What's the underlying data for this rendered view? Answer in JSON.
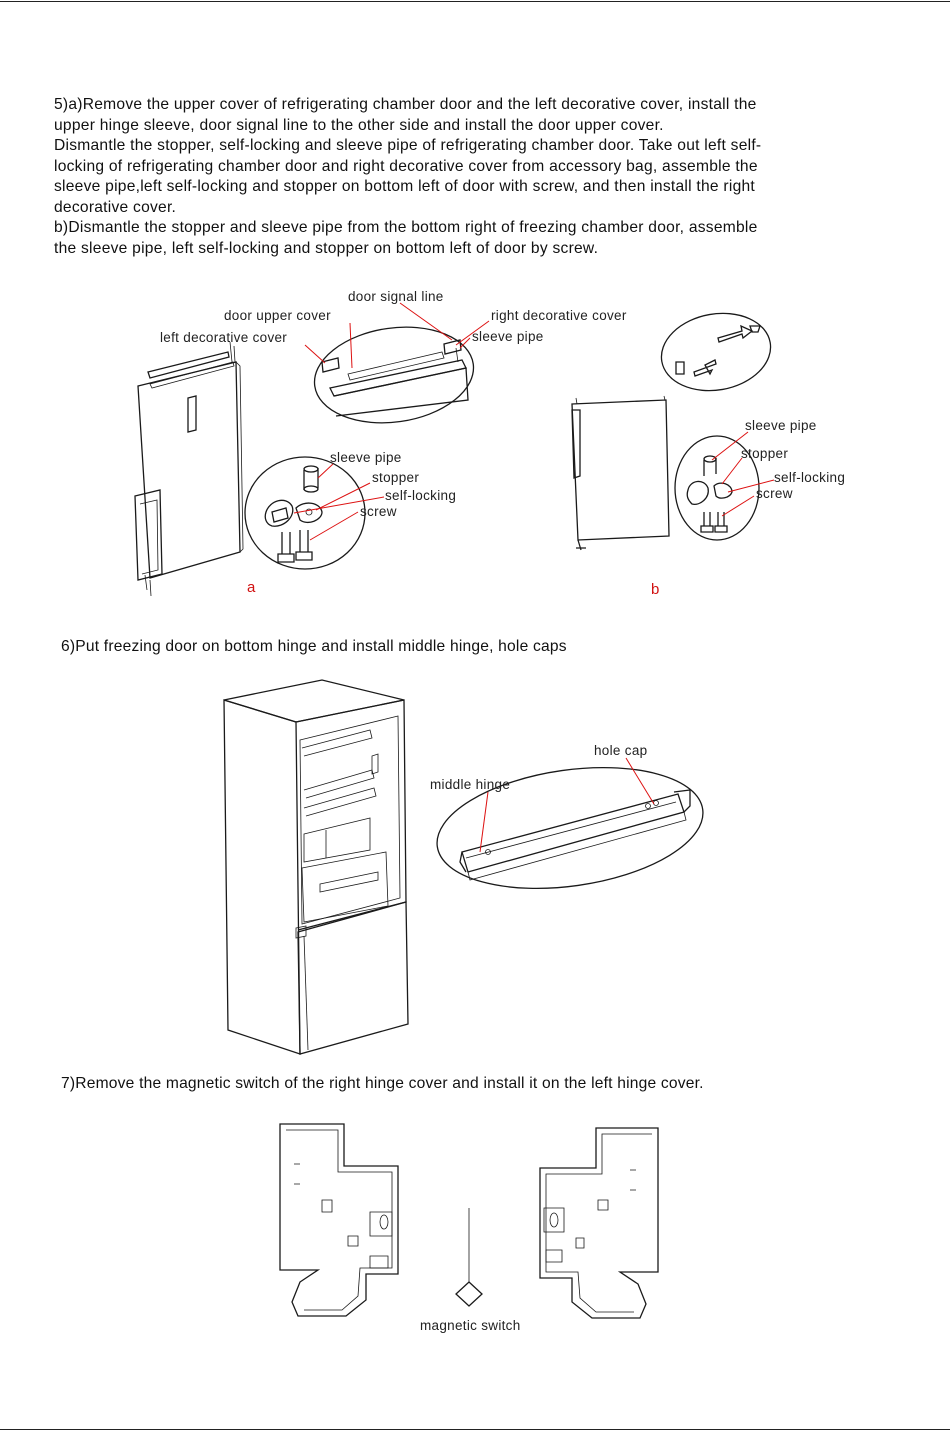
{
  "step5": {
    "lines": [
      "5)a)Remove the upper cover of refrigerating chamber door and the left decorative cover, install the",
      "upper hinge sleeve, door signal line to the other side and install the door upper cover.",
      "Dismantle the stopper, self-locking and sleeve pipe of refrigerating chamber door. Take out left self-",
      "locking of refrigerating chamber door and right decorative cover from accessory bag, assemble the",
      "sleeve pipe,left self-locking and stopper on bottom left of door with screw, and then install the right",
      "decorative cover.",
      "b)Dismantle the stopper and sleeve pipe from the bottom right of freezing chamber door, assemble",
      "the sleeve pipe, left self-locking and stopper on bottom left of door by screw."
    ]
  },
  "figure_a": {
    "labels": {
      "door_signal_line": "door signal line",
      "door_upper_cover": "door upper cover",
      "right_decorative_cover": "right decorative cover",
      "left_decorative_cover": "left decorative cover",
      "sleeve_pipe_top": "sleeve pipe",
      "sleeve_pipe": "sleeve pipe",
      "stopper": "stopper",
      "self_locking": "self-locking",
      "screw": "screw"
    },
    "caption": "a"
  },
  "figure_b": {
    "labels": {
      "sleeve_pipe": "sleeve pipe",
      "stopper": "stopper",
      "self_locking": "self-locking",
      "screw": "screw"
    },
    "caption": "b"
  },
  "step6": {
    "heading": "6)Put freezing door on bottom hinge  and install middle hinge, hole caps",
    "labels": {
      "hole_cap": "hole cap",
      "middle_hinge": "middle hinge"
    }
  },
  "step7": {
    "heading": "7)Remove the magnetic switch of the right hinge cover and install it on the left hinge cover.",
    "labels": {
      "magnetic_switch": "magnetic switch"
    }
  },
  "colors": {
    "caption_red": "#d11111",
    "line": "#1a1a1a"
  }
}
